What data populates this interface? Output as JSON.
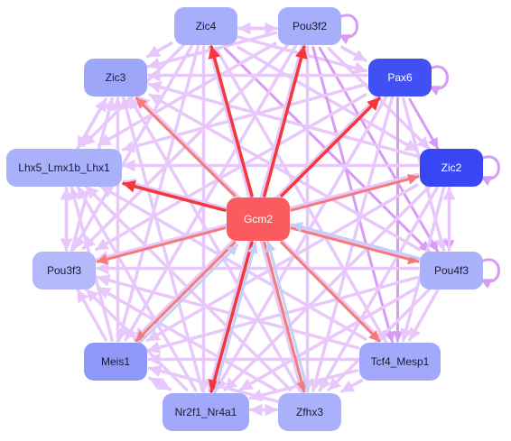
{
  "diagram": {
    "center": {
      "id": "gcm2",
      "label": "Gcm2",
      "color": "#fb5a5e"
    },
    "nodes": [
      {
        "id": "zic4",
        "label": "Zic4",
        "color": "#a7aefb",
        "self_loop": false
      },
      {
        "id": "pou3f2",
        "label": "Pou3f2",
        "color": "#a7aefb",
        "self_loop": true
      },
      {
        "id": "pax6",
        "label": "Pax6",
        "color": "#4050f5",
        "self_loop": true
      },
      {
        "id": "zic2",
        "label": "Zic2",
        "color": "#3946f6",
        "self_loop": true
      },
      {
        "id": "pou4f3",
        "label": "Pou4f3",
        "color": "#aab2fb",
        "self_loop": true
      },
      {
        "id": "tcf4_mesp1",
        "label": "Tcf4_Mesp1",
        "color": "#a2a9fa",
        "self_loop": false
      },
      {
        "id": "zfhx3",
        "label": "Zfhx3",
        "color": "#aab1fb",
        "self_loop": false
      },
      {
        "id": "nr2f1_nr4a1",
        "label": "Nr2f1_Nr4a1",
        "color": "#a2a9fa",
        "self_loop": false
      },
      {
        "id": "meis1",
        "label": "Meis1",
        "color": "#8f98f8",
        "self_loop": false
      },
      {
        "id": "pou3f3",
        "label": "Pou3f3",
        "color": "#b3b8fb",
        "self_loop": false
      },
      {
        "id": "lhx5_lmx1b_lhx1",
        "label": "Lhx5_Lmx1b_Lhx1",
        "color": "#aab1fb",
        "self_loop": false
      },
      {
        "id": "zic3",
        "label": "Zic3",
        "color": "#9ea6fa",
        "self_loop": false
      }
    ],
    "edge_colors": {
      "strong_activation": "#f4373d",
      "activation": "#f47a7c",
      "repression": "#c5cdf8",
      "peripheral": "#e8c8fb",
      "peripheral_strong": "#d79af5"
    },
    "center_edges": [
      {
        "target": "zic4",
        "direction": "out",
        "kind": "strong_activation"
      },
      {
        "target": "pou3f2",
        "direction": "out",
        "kind": "strong_activation"
      },
      {
        "target": "pax6",
        "direction": "out",
        "kind": "strong_activation"
      },
      {
        "target": "zic2",
        "direction": "out",
        "kind": "activation"
      },
      {
        "target": "pou4f3",
        "direction": "out",
        "kind": "activation"
      },
      {
        "target": "tcf4_mesp1",
        "direction": "out",
        "kind": "activation"
      },
      {
        "target": "zfhx3",
        "direction": "out",
        "kind": "activation"
      },
      {
        "target": "nr2f1_nr4a1",
        "direction": "out",
        "kind": "strong_activation"
      },
      {
        "target": "meis1",
        "direction": "out",
        "kind": "activation"
      },
      {
        "target": "pou3f3",
        "direction": "out",
        "kind": "activation"
      },
      {
        "target": "lhx5_lmx1b_lhx1",
        "direction": "out",
        "kind": "strong_activation"
      },
      {
        "target": "zic3",
        "direction": "out",
        "kind": "activation"
      },
      {
        "target": "zfhx3",
        "direction": "in",
        "kind": "repression"
      },
      {
        "target": "nr2f1_nr4a1",
        "direction": "in",
        "kind": "repression"
      },
      {
        "target": "pou4f3",
        "direction": "in",
        "kind": "repression"
      },
      {
        "target": "meis1",
        "direction": "in",
        "kind": "repression"
      }
    ],
    "peripheral_edges": [
      [
        "zic4",
        "pou3f2"
      ],
      [
        "pou3f2",
        "zic4"
      ],
      [
        "zic4",
        "pax6"
      ],
      [
        "zic4",
        "zic2"
      ],
      [
        "zic4",
        "pou4f3"
      ],
      [
        "zic4",
        "tcf4_mesp1"
      ],
      [
        "zic4",
        "zfhx3"
      ],
      [
        "zic4",
        "nr2f1_nr4a1"
      ],
      [
        "zic4",
        "meis1"
      ],
      [
        "zic4",
        "pou3f3"
      ],
      [
        "zic4",
        "lhx5_lmx1b_lhx1"
      ],
      [
        "zic4",
        "zic3"
      ],
      [
        "pou3f2",
        "pax6"
      ],
      [
        "pou3f2",
        "zic2"
      ],
      [
        "pou3f2",
        "pou4f3"
      ],
      [
        "pou3f2",
        "tcf4_mesp1"
      ],
      [
        "pou3f2",
        "zfhx3"
      ],
      [
        "pou3f2",
        "nr2f1_nr4a1"
      ],
      [
        "pou3f2",
        "meis1"
      ],
      [
        "pou3f2",
        "pou3f3"
      ],
      [
        "pou3f2",
        "lhx5_lmx1b_lhx1"
      ],
      [
        "pou3f2",
        "zic3"
      ],
      [
        "pax6",
        "zic2"
      ],
      [
        "pax6",
        "pou4f3"
      ],
      [
        "pax6",
        "tcf4_mesp1"
      ],
      [
        "pax6",
        "zfhx3"
      ],
      [
        "pax6",
        "nr2f1_nr4a1"
      ],
      [
        "pax6",
        "meis1"
      ],
      [
        "pax6",
        "pou3f3"
      ],
      [
        "pax6",
        "lhx5_lmx1b_lhx1"
      ],
      [
        "pax6",
        "zic3"
      ],
      [
        "zic2",
        "pou4f3"
      ],
      [
        "pou4f3",
        "zic2"
      ],
      [
        "zic2",
        "tcf4_mesp1"
      ],
      [
        "zic2",
        "zfhx3"
      ],
      [
        "zic2",
        "nr2f1_nr4a1"
      ],
      [
        "zic2",
        "meis1"
      ],
      [
        "zic2",
        "pou3f3"
      ],
      [
        "zic2",
        "lhx5_lmx1b_lhx1"
      ],
      [
        "zic2",
        "zic3"
      ],
      [
        "pou4f3",
        "tcf4_mesp1"
      ],
      [
        "pou4f3",
        "zfhx3"
      ],
      [
        "pou4f3",
        "nr2f1_nr4a1"
      ],
      [
        "pou4f3",
        "meis1"
      ],
      [
        "pou4f3",
        "pou3f3"
      ],
      [
        "pou4f3",
        "lhx5_lmx1b_lhx1"
      ],
      [
        "pou4f3",
        "zic3"
      ],
      [
        "tcf4_mesp1",
        "zfhx3"
      ],
      [
        "tcf4_mesp1",
        "nr2f1_nr4a1"
      ],
      [
        "tcf4_mesp1",
        "meis1"
      ],
      [
        "tcf4_mesp1",
        "pou3f3"
      ],
      [
        "tcf4_mesp1",
        "lhx5_lmx1b_lhx1"
      ],
      [
        "tcf4_mesp1",
        "zic3"
      ],
      [
        "zfhx3",
        "nr2f1_nr4a1"
      ],
      [
        "nr2f1_nr4a1",
        "zfhx3"
      ],
      [
        "zfhx3",
        "meis1"
      ],
      [
        "zfhx3",
        "pou3f3"
      ],
      [
        "zfhx3",
        "lhx5_lmx1b_lhx1"
      ],
      [
        "zfhx3",
        "zic3"
      ],
      [
        "nr2f1_nr4a1",
        "meis1"
      ],
      [
        "meis1",
        "nr2f1_nr4a1"
      ],
      [
        "nr2f1_nr4a1",
        "pou3f3"
      ],
      [
        "nr2f1_nr4a1",
        "lhx5_lmx1b_lhx1"
      ],
      [
        "nr2f1_nr4a1",
        "zic3"
      ],
      [
        "meis1",
        "pou3f3"
      ],
      [
        "meis1",
        "lhx5_lmx1b_lhx1"
      ],
      [
        "meis1",
        "zic3"
      ],
      [
        "pou3f3",
        "lhx5_lmx1b_lhx1"
      ],
      [
        "lhx5_lmx1b_lhx1",
        "pou3f3"
      ],
      [
        "pou3f3",
        "zic3"
      ],
      [
        "lhx5_lmx1b_lhx1",
        "zic3"
      ],
      [
        "zic3",
        "lhx5_lmx1b_lhx1"
      ]
    ],
    "peripheral_strong_edges": [
      [
        "pax6",
        "zic2"
      ],
      [
        "pou3f2",
        "pou4f3"
      ],
      [
        "zic2",
        "pou4f3"
      ],
      [
        "pou3f2",
        "tcf4_mesp1"
      ],
      [
        "pax6",
        "tcf4_mesp1"
      ],
      [
        "zic4",
        "pou4f3"
      ]
    ]
  }
}
